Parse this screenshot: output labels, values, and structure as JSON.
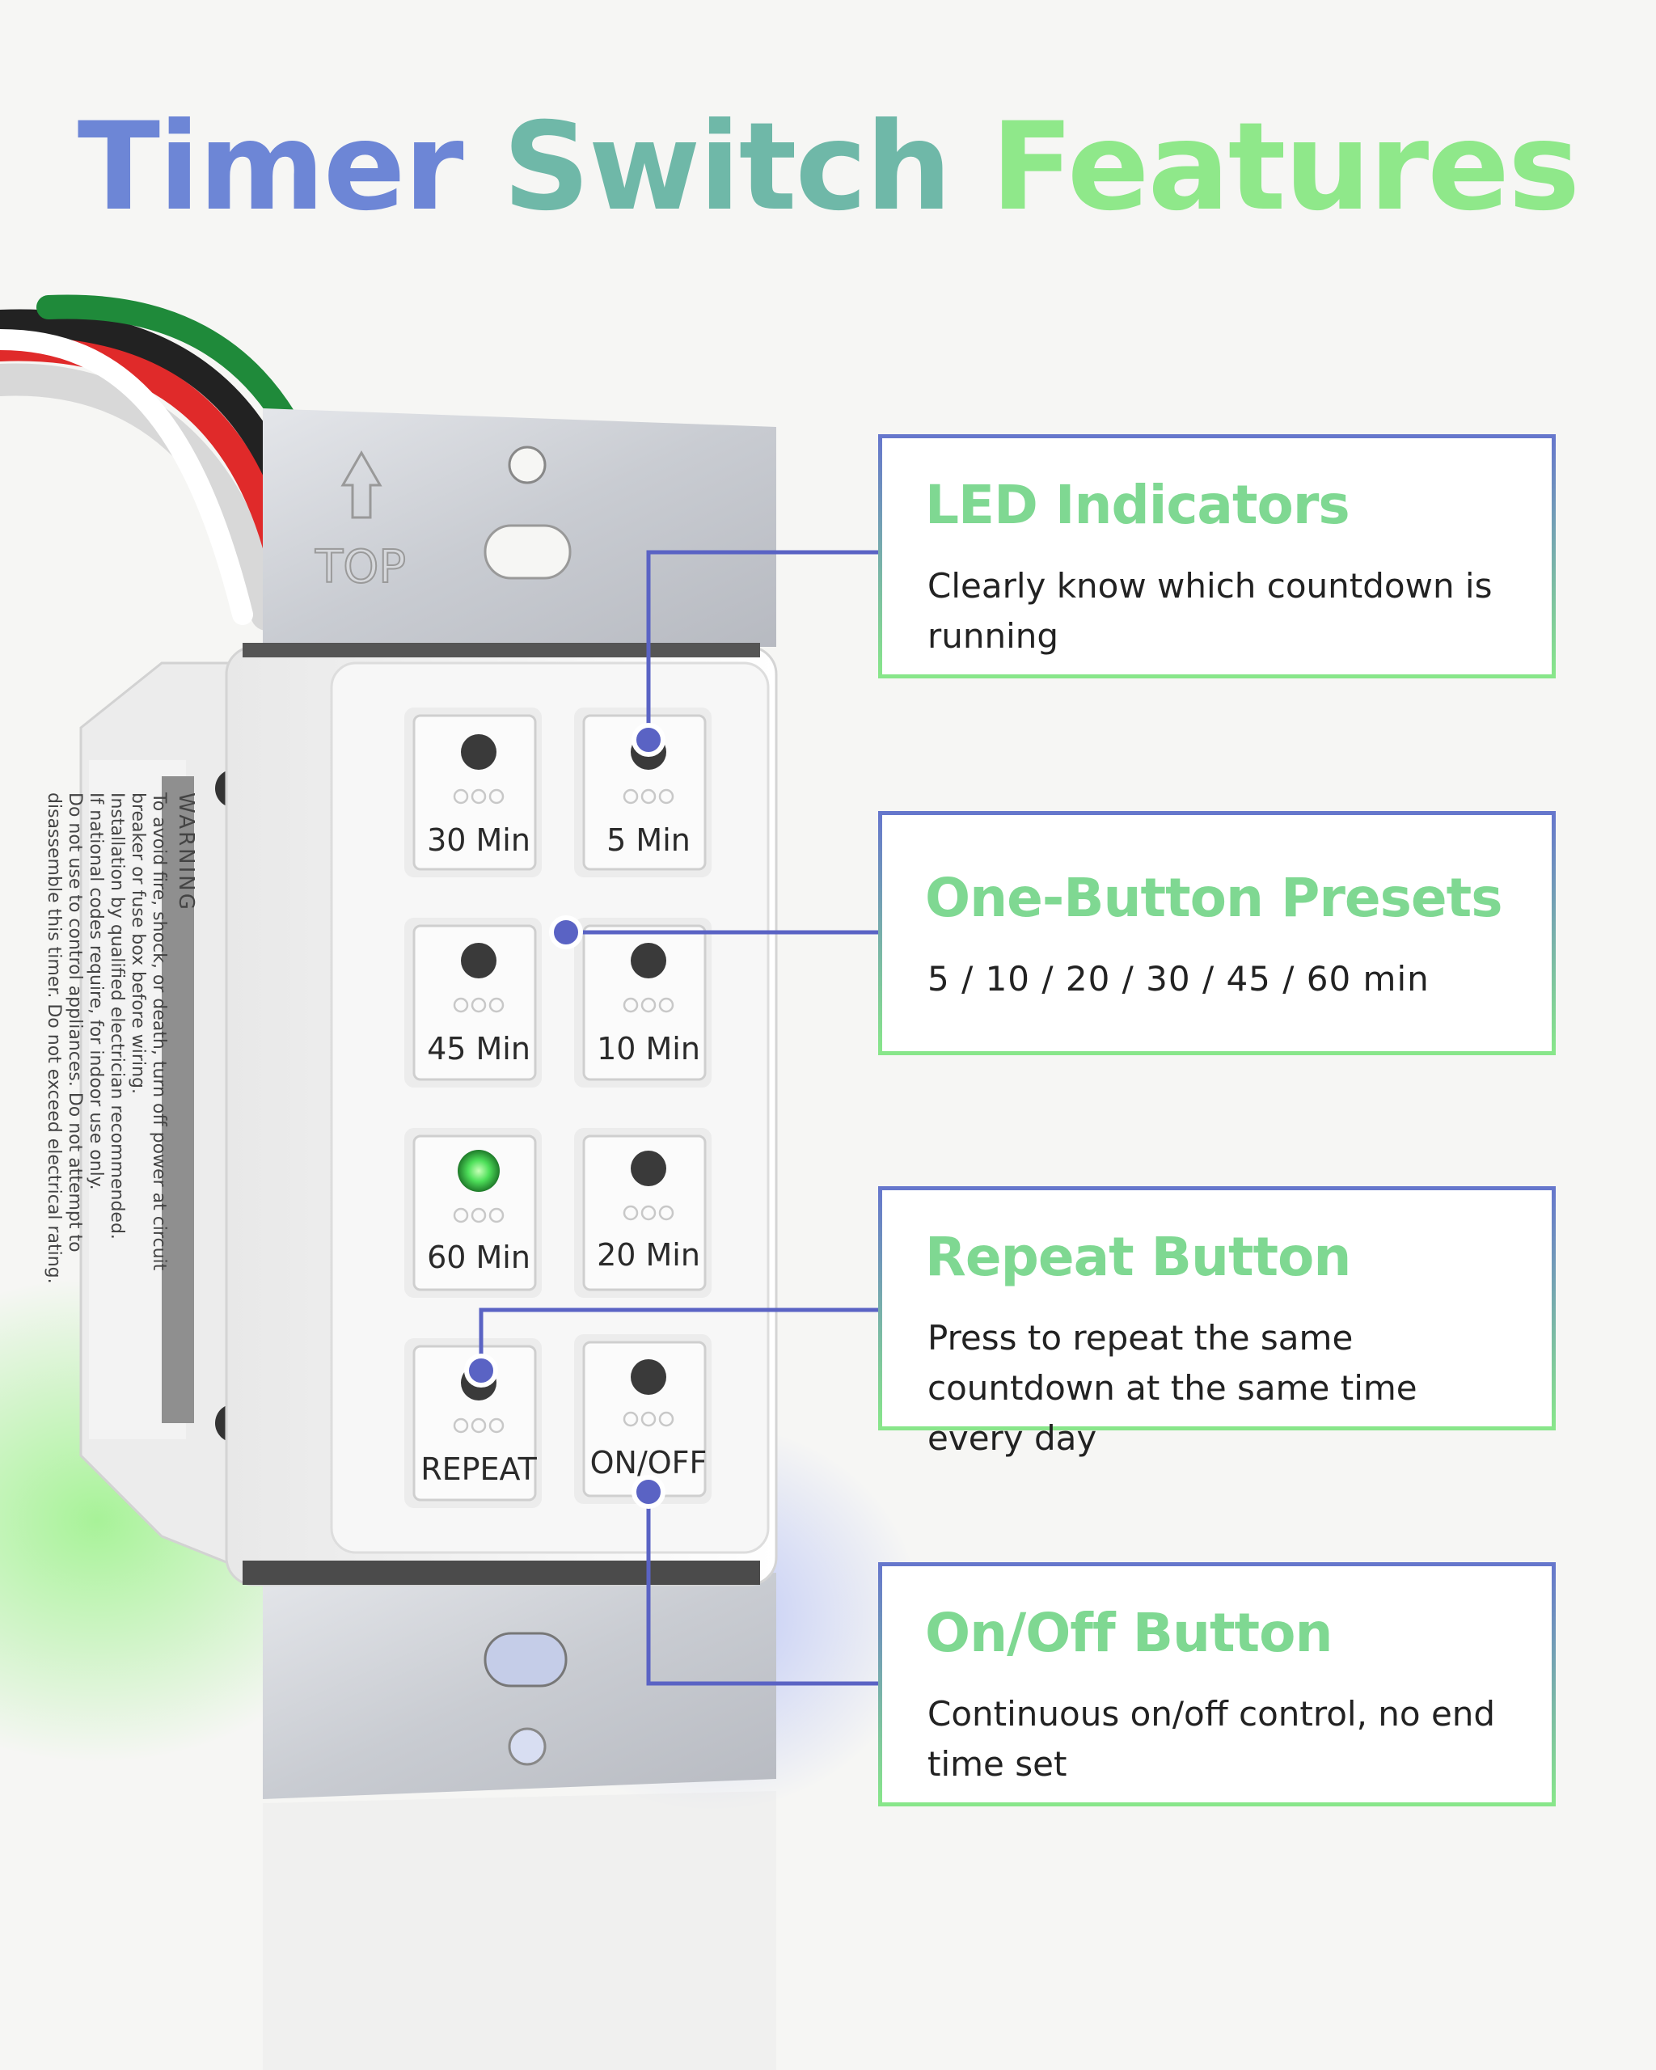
{
  "title": {
    "word1": "Timer",
    "word2": "Switch",
    "word3": "Features"
  },
  "plate": {
    "top_label": "TOP"
  },
  "buttons": [
    {
      "label": "30 Min",
      "led": "off"
    },
    {
      "label": "5 Min",
      "led": "off"
    },
    {
      "label": "45 Min",
      "led": "off"
    },
    {
      "label": "10 Min",
      "led": "off"
    },
    {
      "label": "60 Min",
      "led": "on"
    },
    {
      "label": "20 Min",
      "led": "off"
    },
    {
      "label": "REPEAT",
      "led": "off"
    },
    {
      "label": "ON/OFF",
      "led": "off"
    }
  ],
  "warning": {
    "heading": "WARNING",
    "lines": [
      "To avoid fire, shock, or death, turn off power at circuit",
      "breaker or fuse box before wiring.",
      "Installation by qualified electrician recommended.",
      "If national codes require, for indoor use only.",
      "Do not use to control appliances. Do not attempt to",
      "disassemble this timer. Do not exceed electrical rating."
    ]
  },
  "features": [
    {
      "title": "LED Indicators",
      "desc": "Clearly know which countdown is running"
    },
    {
      "title": "One-Button Presets",
      "desc": "5 / 10 / 20 / 30 / 45 / 60 min"
    },
    {
      "title": "Repeat Button",
      "desc": "Press to repeat the same countdown at the same time every day"
    },
    {
      "title": "On/Off Button",
      "desc": "Continuous on/off control, no end time set"
    }
  ],
  "colors": {
    "title_blue": "#6d86d6",
    "title_teal": "#6fb8a8",
    "title_green": "#8fe88a",
    "card_title": "#7fd892",
    "connector": "#5a63c4",
    "led_on": "#4ee05a"
  }
}
